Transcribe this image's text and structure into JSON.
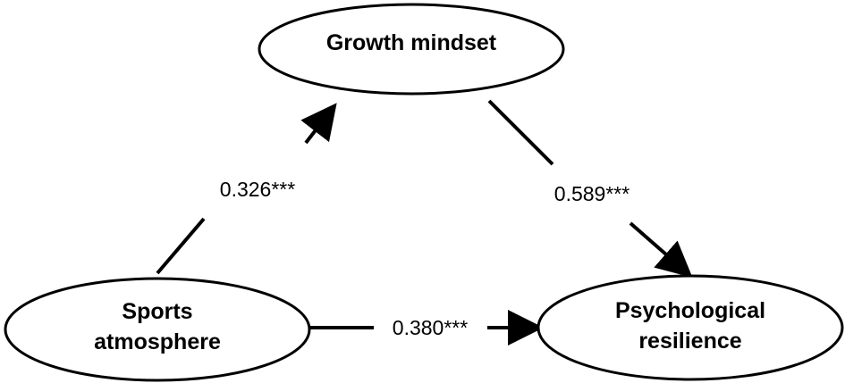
{
  "diagram": {
    "nodes": {
      "growth_mindset": {
        "line1": "Growth mindset"
      },
      "sports_atmosphere": {
        "line1": "Sports",
        "line2": "atmosphere"
      },
      "psychological_resilience": {
        "line1": "Psychological",
        "line2": "resilience"
      }
    },
    "paths": {
      "sports_to_growth": "0.326***",
      "growth_to_resilience": "0.589***",
      "sports_to_resilience": "0.380***"
    },
    "colors": {
      "stroke": "#000000",
      "background": "#ffffff"
    }
  }
}
